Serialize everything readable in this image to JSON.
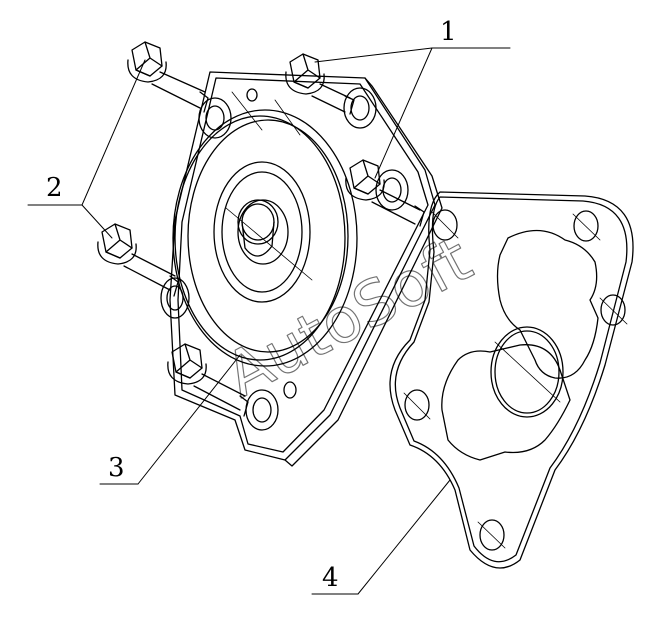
{
  "callouts": [
    {
      "id": "1",
      "label": "1"
    },
    {
      "id": "2",
      "label": "2"
    },
    {
      "id": "3",
      "label": "3"
    },
    {
      "id": "4",
      "label": "4"
    }
  ],
  "watermark": "AutoSoft",
  "colors": {
    "line": "#000000",
    "background": "#ffffff"
  }
}
